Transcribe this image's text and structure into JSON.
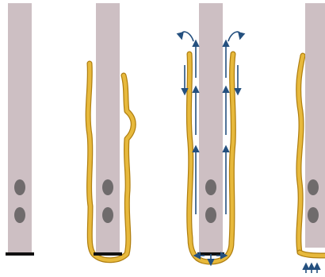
{
  "diagram": {
    "panels": [
      {
        "id": "panel-1",
        "stage": "bare-implant",
        "has_coating": false,
        "has_flow_arrows": false
      },
      {
        "id": "panel-2",
        "stage": "irregular-coating",
        "has_coating": true,
        "has_flow_arrows": false
      },
      {
        "id": "panel-3",
        "stage": "flow-along-coating",
        "has_coating": true,
        "has_flow_arrows": true
      },
      {
        "id": "panel-4",
        "stage": "coating-detached-at-tip",
        "has_coating": true,
        "has_flow_arrows": true
      }
    ],
    "colors": {
      "shaft": "#cdbfc3",
      "coating": "#e7b93c",
      "coating_edge": "#b07f10",
      "arrow": "#24507f",
      "hole": "#6f6b6c",
      "tip": "#111111"
    }
  }
}
